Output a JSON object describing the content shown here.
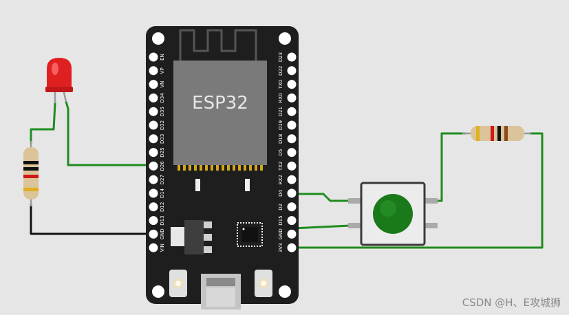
{
  "board": {
    "chip_label": "ESP32",
    "left_pins": [
      "EN",
      "VP",
      "VN",
      "D34",
      "D35",
      "D32",
      "D33",
      "D25",
      "D26",
      "D27",
      "D14",
      "D12",
      "D13",
      "GND",
      "VIN"
    ],
    "right_pins": [
      "D23",
      "D22",
      "TX0",
      "RX0",
      "D21",
      "D19",
      "D18",
      "D5",
      "TX2",
      "RX2",
      "D4",
      "D2",
      "D15",
      "GND",
      "3V3"
    ]
  },
  "watermark": "CSDN @H、E攻城狮",
  "colors": {
    "background": "#e6e6e6",
    "board": "#1e1e1e",
    "wire_green": "#1e8c1e",
    "wire_black": "#111111",
    "led": "#e02020",
    "button_cap": "#1a7a1a"
  }
}
